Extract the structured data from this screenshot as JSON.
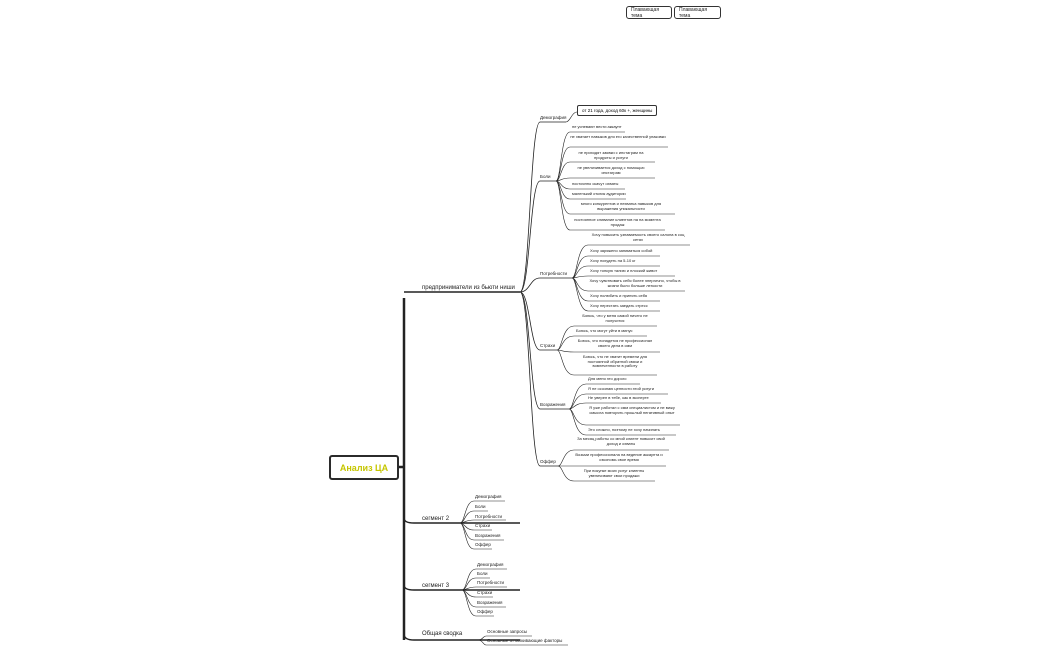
{
  "floating_topics": [
    "Плавающая тема",
    "Плавающая тема"
  ],
  "root": "Анализ ЦА",
  "branches": {
    "b1": {
      "label": "предприниматели из бьюти ниши",
      "demography": {
        "label": "Демография",
        "value": "от 21 года, доход 60к +, женщины"
      },
      "pains": {
        "label": "Боли",
        "items": [
          "не успевают вести аккаунт",
          "не хватает навыков для его качественной упаковки",
          "не приходят заявки с инстаграм на продукты и услуги",
          "не увеличивается доход с помощью инстаграм",
          "постоянно скачут охваты",
          "маленький отклик аудитории",
          "много конкурентов и нехватка навыков для выражения уникальности",
          "постоянное сливание клиентов на на момента продаж"
        ]
      },
      "needs": {
        "label": "Потребности",
        "items": [
          "Хочу повысить узнаваемость своего салона в соц сетях",
          "Хочу заряжено заниматься собой",
          "Хочу похудеть на 5-10 кг",
          "Хочу тонкую талию и плоский живот",
          "Хочу чувствовать себя более энергично, чтобы в жизни было больше легкости",
          "Хочу полюбить и принять себя",
          "Хочу перестать заедать стресс"
        ]
      },
      "fears": {
        "label": "Страхи",
        "items": [
          "Боюсь, что у меня самой ничего не получится",
          "Боюсь, что могут уйти в минус",
          "Боюсь, что попадется не профессионал своего дела в смм",
          "Боюсь, что не хватит времени для постоянной обратной связи и вовлеченности в работу"
        ]
      },
      "objections": {
        "label": "Возражения",
        "items": [
          "Для меня это дорого",
          "Я не осознаю ценности этой услуги",
          "Не уверен в тебе, как в эксперте",
          "Я уже работал с смм специалистом и не вижу смысла повторять прошлый негативный опыт",
          "Это сложно, поэтому не хочу начинать"
        ]
      },
      "offers": {
        "label": "Оффер",
        "items": [
          "За месяц работы со мной клиент повысит свой доход и охваты",
          "Возьми профессионала на ведение аккаунта и сэкономь свое время",
          "При покупке моих услуг клиенты увеличивают свои продажи"
        ]
      }
    },
    "b2": {
      "label": "сегмент 2",
      "items": [
        "Демография",
        "Боли",
        "Потребности",
        "Страхи",
        "Возражения",
        "Оффер"
      ]
    },
    "b3": {
      "label": "сегмент 3",
      "items": [
        "Демография",
        "Боли",
        "Потребности",
        "Страхи",
        "Возражения",
        "Оффер"
      ]
    },
    "b4": {
      "label": "Общая сводка",
      "items": [
        "Основные запросы",
        "Основные отталкивающие факторы"
      ]
    }
  },
  "colors": {
    "root_text": "#c6c600",
    "line": "#222222"
  }
}
